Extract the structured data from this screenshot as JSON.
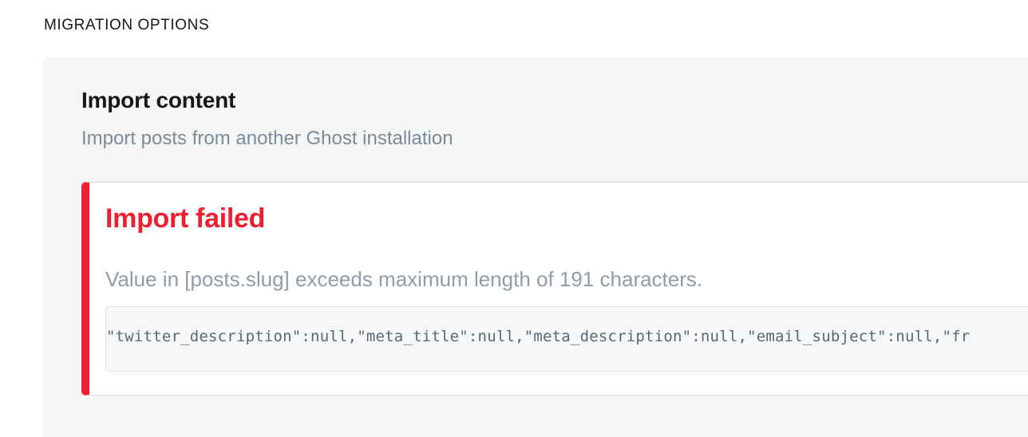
{
  "section": {
    "header": "MIGRATION OPTIONS"
  },
  "import_panel": {
    "title": "Import content",
    "description": "Import posts from another Ghost installation"
  },
  "error": {
    "title": "Import failed",
    "message": "Value in [posts.slug] exceeds maximum length of 191 characters.",
    "code_snippet": "\"twitter_description\":null,\"meta_title\":null,\"meta_description\":null,\"email_subject\":null,\"fr"
  },
  "colors": {
    "error_accent": "#f01f30",
    "panel_background": "#f4f5f5",
    "muted_text": "#7c8b9a"
  }
}
